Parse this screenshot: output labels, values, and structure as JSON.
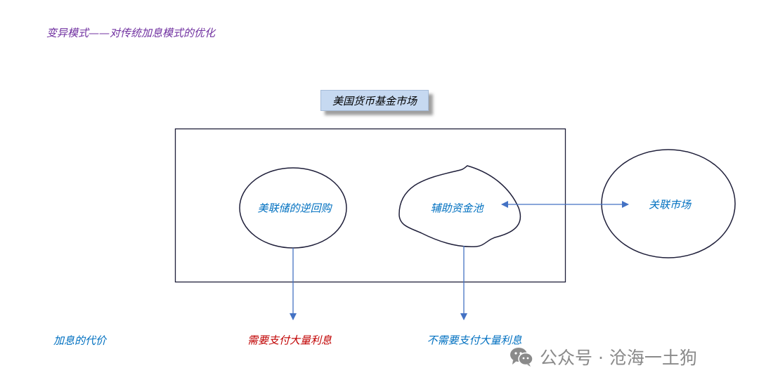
{
  "heading": "变异模式——对传统加息模式的优化",
  "title_box": "美国货币基金市场",
  "nodes": {
    "reverse_repo": "美联储的逆回购",
    "aux_pool": "辅助资金池",
    "related_market": "关联市场"
  },
  "bottom": {
    "cost_label": "加息的代价",
    "reverse_repo_cost": "需要支付大量利息",
    "aux_pool_cost": "不需要支付大量利息"
  },
  "watermark": {
    "text": "公众号 · 沧海一土狗",
    "icon": "wechat-icon"
  },
  "colors": {
    "heading": "#7030a0",
    "label_blue": "#0070c0",
    "label_red": "#c00000",
    "line": "#000000",
    "arrow": "#4472c4",
    "title_fill": "#c6d9f1"
  }
}
